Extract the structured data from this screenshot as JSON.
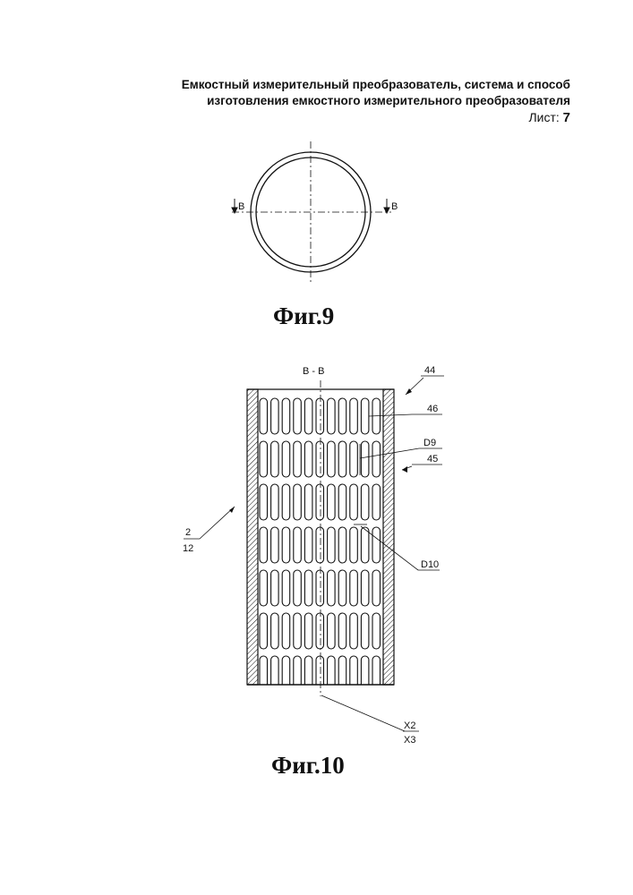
{
  "header": {
    "title_line1": "Емкостный измерительный преобразователь, система и способ",
    "title_line2": "изготовления емкостного измерительного преобразователя",
    "sheet_label": "Лист:",
    "sheet_number": "7"
  },
  "fig9": {
    "caption": "Фиг.9",
    "section_mark_left": "B",
    "section_mark_right": "B"
  },
  "fig10": {
    "caption": "Фиг.10",
    "section_title": "B - B",
    "labels": {
      "l44": "44",
      "l46": "46",
      "d9": "D9",
      "l45": "45",
      "d10": "D10",
      "l2": "2",
      "l12": "12",
      "x2": "X2",
      "x3": "X3"
    },
    "slot_columns": 11,
    "slot_rows": 7
  }
}
